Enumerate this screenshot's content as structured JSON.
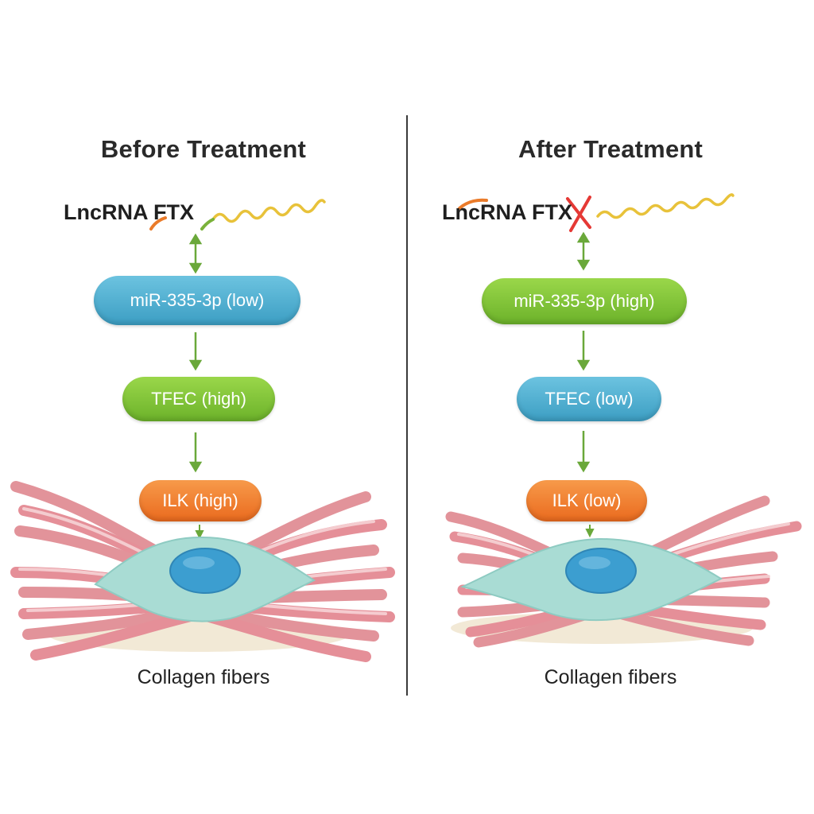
{
  "before": {
    "title": "Before Treatment",
    "lncrna_label": "LncRNA FTX",
    "mir": "miR-335-3p (low)",
    "tfec": "TFEC (high)",
    "ilk": "ILK (high)",
    "caption": "Collagen fibers"
  },
  "after": {
    "title": "After Treatment",
    "lncrna_label": "LncRNA FTX",
    "mir": "miR-335-3p (high)",
    "tfec": "TFEC (low)",
    "ilk": "ILK (low)",
    "caption": "Collagen fibers"
  },
  "colors": {
    "blue": "#4aaed0",
    "green": "#7ec136",
    "orange": "#f07a2e",
    "arrow": "#6aa83a",
    "fiber": "#e2939a",
    "cell": "#a9dcd4",
    "nucleus": "#3c9ed0",
    "cross": "#e53935"
  }
}
